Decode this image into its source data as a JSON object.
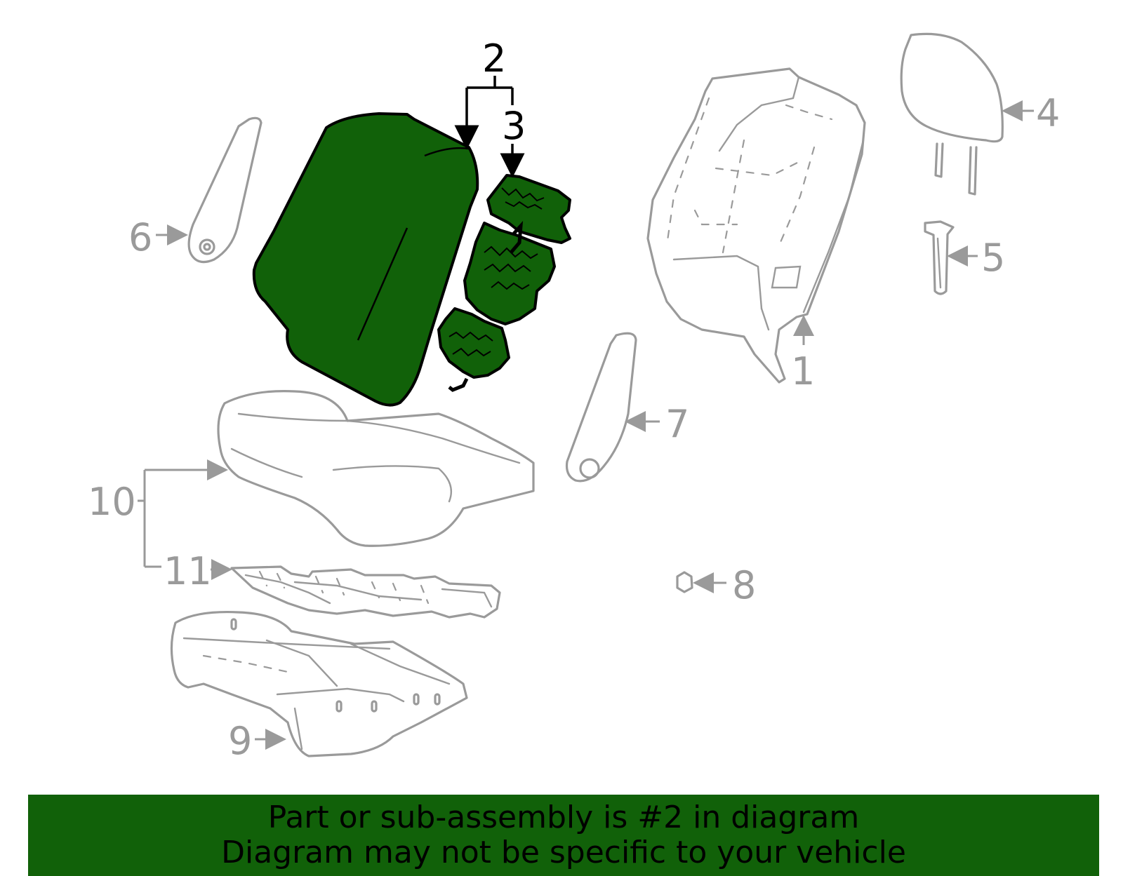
{
  "colors": {
    "highlight": "#116109",
    "dimmed_part": "#9a9a9a",
    "banner_background": "#116109",
    "banner_text": "#000000"
  },
  "callouts": {
    "c1": "1",
    "c2": "2",
    "c3": "3",
    "c4": "4",
    "c5": "5",
    "c6": "6",
    "c7": "7",
    "c8": "8",
    "c9": "9",
    "c10": "10",
    "c11": "11"
  },
  "banner": {
    "line1": "Part or sub-assembly is #2 in diagram",
    "line2": "Diagram may not be specific to your vehicle"
  }
}
